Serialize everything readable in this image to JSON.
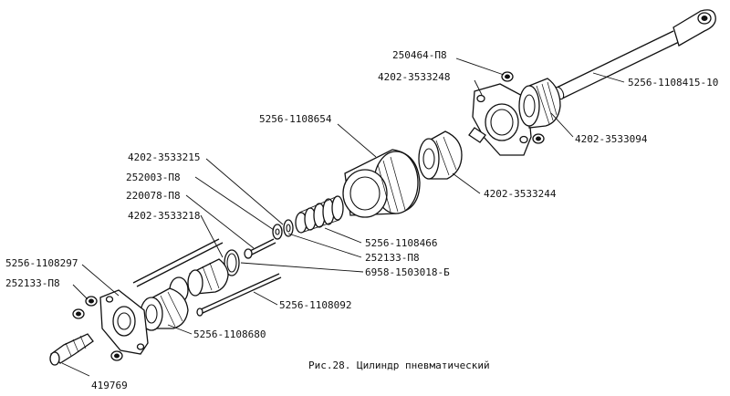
{
  "caption": "Рис.28. Цилиндр пневматический",
  "labels": {
    "p250464": "250464-П8",
    "p4202_3533248": "4202-3533248",
    "p5256_1108415": "5256-1108415-10",
    "p5256_1108654": "5256-1108654",
    "p4202_3533094": "4202-3533094",
    "p4202_3533215": "4202-3533215",
    "p252003": "252003-П8",
    "p220078": "220078-П8",
    "p4202_3533244": "4202-3533244",
    "p4202_3533218": "4202-3533218",
    "p5256_1108466": "5256-1108466",
    "p252133_a": "252133-П8",
    "p6958": "6958-1503018-Б",
    "p5256_1108297": "5256-1108297",
    "p252133_b": "252133-П8",
    "p5256_1108092": "5256-1108092",
    "p5256_1108680": "5256-1108680",
    "p419769": "419769"
  }
}
